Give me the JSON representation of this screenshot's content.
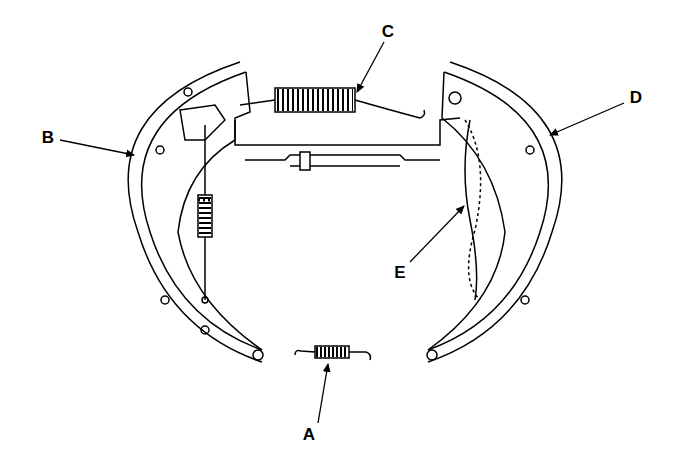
{
  "diagram": {
    "labels": [
      "C",
      "D",
      "B",
      "E",
      "A"
    ]
  }
}
